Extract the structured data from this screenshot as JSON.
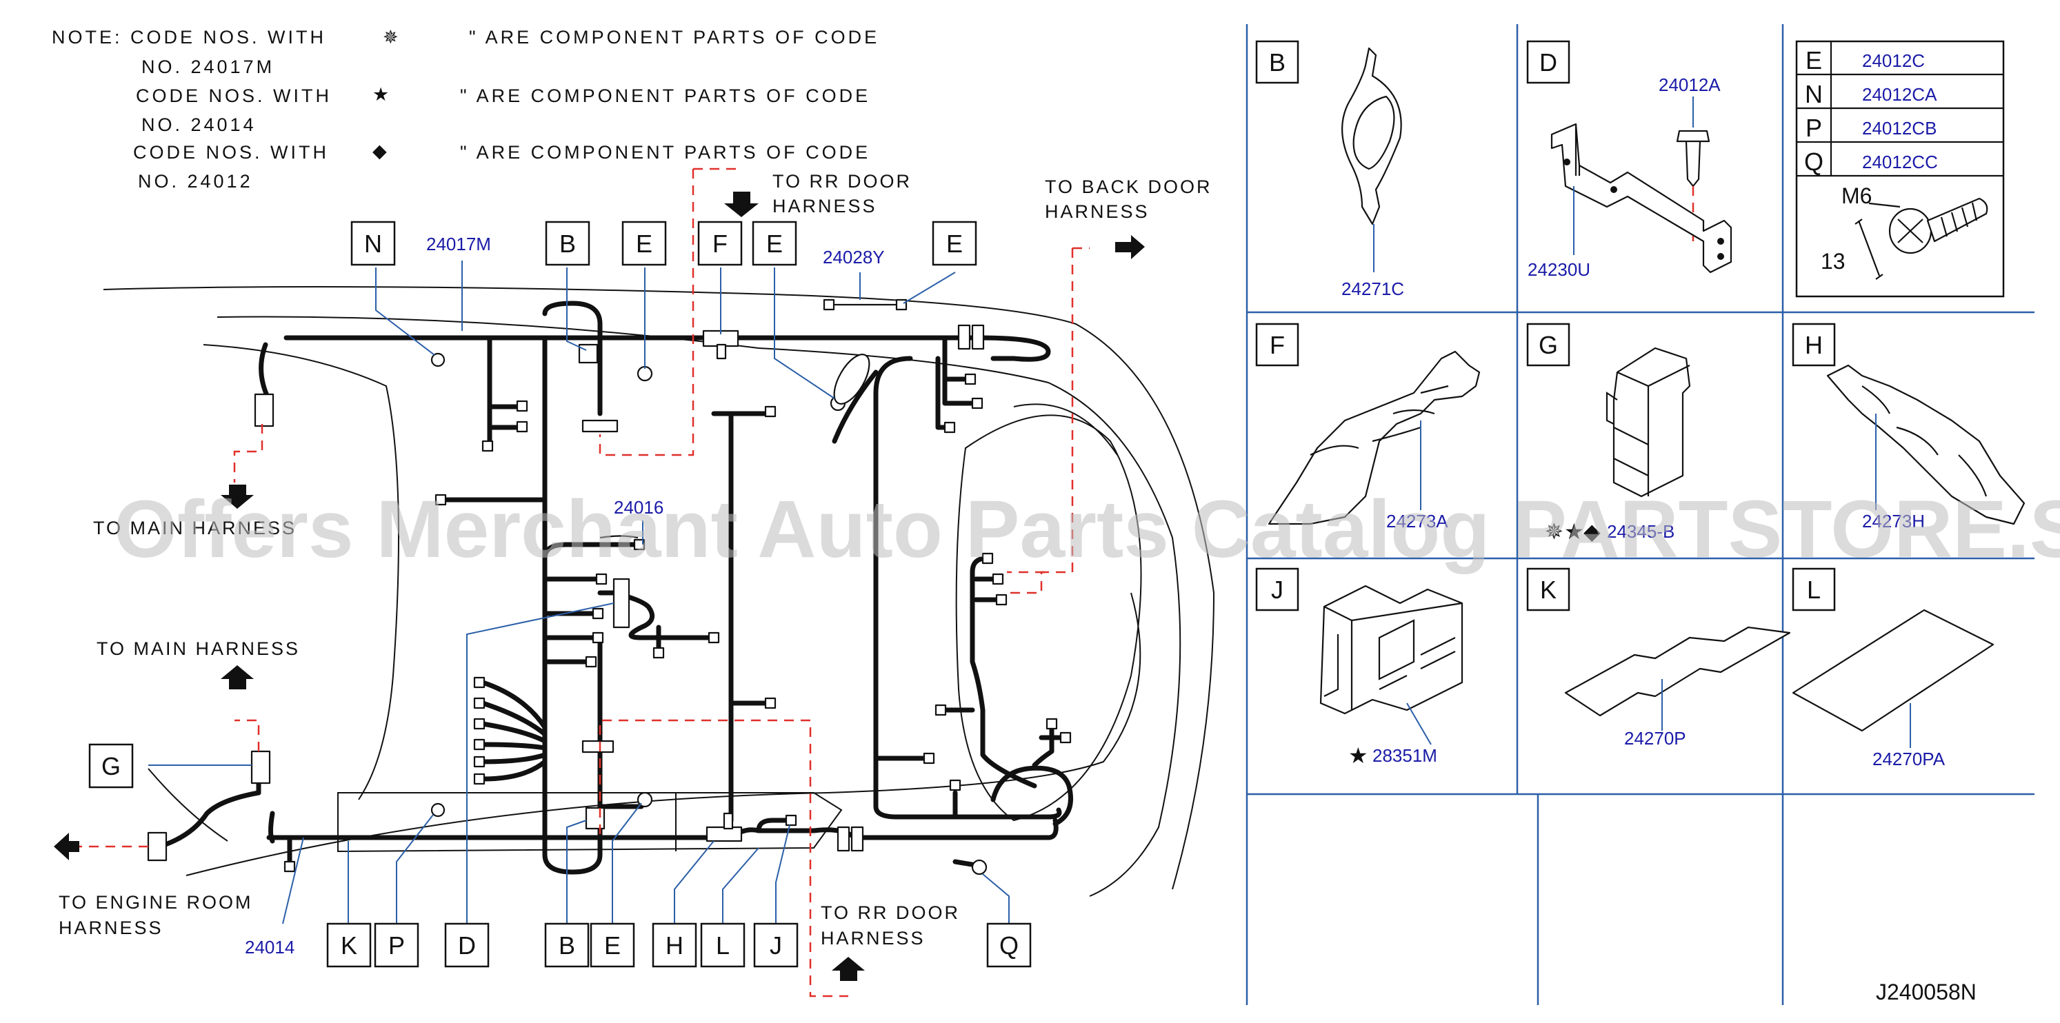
{
  "notes": {
    "line1": "NOTE:  CODE  NOS.  WITH",
    "line1_tail": "\"  ARE  COMPONENT  PARTS  OF  CODE",
    "line2": "NO.  24017M",
    "line3": "CODE  NOS.  WITH",
    "line3_tail": "\"  ARE  COMPONENT  PARTS  OF  CODE",
    "line4": "NO.  24014",
    "line5": "CODE  NOS.  WITH",
    "line5_tail": "\"  ARE  COMPONENT  PARTS  OF  CODE",
    "line6": "NO.  24012"
  },
  "symbols": {
    "gear": "✵",
    "star": "★",
    "diamond": "◆"
  },
  "callouts": {
    "N": "N",
    "B": "B",
    "E": "E",
    "F": "F",
    "K": "K",
    "P": "P",
    "D": "D",
    "H": "H",
    "L": "L",
    "J": "J",
    "Q": "Q",
    "G": "G"
  },
  "part_numbers": {
    "p24017M": "24017M",
    "p24028Y": "24028Y",
    "p24016": "24016",
    "p24014": "24014"
  },
  "labels": {
    "to_rr_door_top_1": "TO  RR  DOOR",
    "to_rr_door_top_2": "HARNESS",
    "to_back_door_1": "TO  BACK  DOOR",
    "to_back_door_2": "HARNESS",
    "to_main_1": "TO  MAIN  HARNESS",
    "to_main_2": "TO  MAIN  HARNESS",
    "to_engine_1": "TO  ENGINE  ROOM",
    "to_engine_2": "HARNESS",
    "to_rr_door_bot_1": "TO  RR  DOOR",
    "to_rr_door_bot_2": "HARNESS"
  },
  "panels": {
    "B": {
      "letter": "B",
      "part": "24271C"
    },
    "D": {
      "letter": "D",
      "part_a": "24012A",
      "part_b": "24230U"
    },
    "F": {
      "letter": "F",
      "part": "24273A"
    },
    "G": {
      "letter": "G",
      "part": "24345-B"
    },
    "H": {
      "letter": "H",
      "part": "24273H"
    },
    "J": {
      "letter": "J",
      "part": "28351M"
    },
    "K": {
      "letter": "K",
      "part": "24270P"
    },
    "L": {
      "letter": "L",
      "part": "24270PA"
    }
  },
  "bolt_table": {
    "rows": [
      {
        "letter": "E",
        "part": "24012C"
      },
      {
        "letter": "N",
        "part": "24012CA"
      },
      {
        "letter": "P",
        "part": "24012CB"
      },
      {
        "letter": "Q",
        "part": "24012CC"
      }
    ],
    "size": "M6",
    "length": "13"
  },
  "watermark": "Offers Merchant Auto Parts Catalog PARTSTORE.SA",
  "diagram_code": "J240058N",
  "colors": {
    "part_number": "#1a1aa8",
    "leader": "#2b5fa8",
    "route": "#e0302a",
    "grid": "#2b5fa8"
  }
}
